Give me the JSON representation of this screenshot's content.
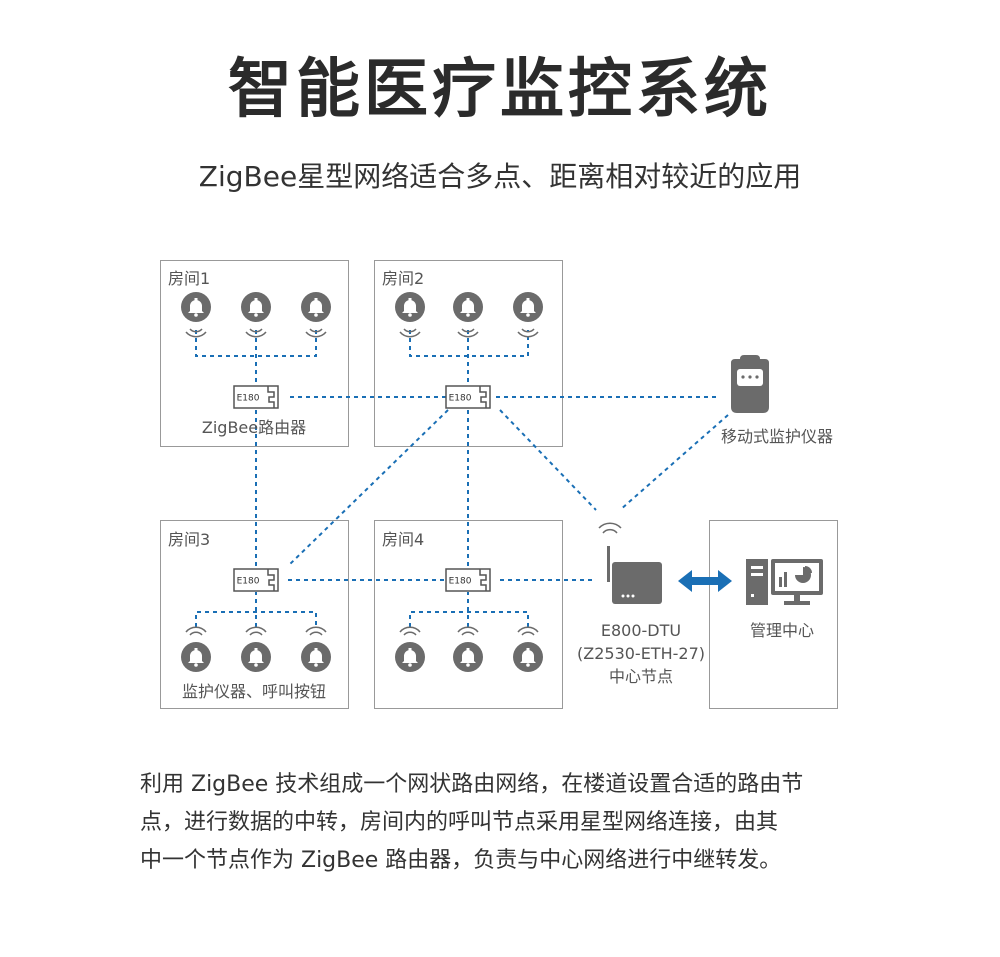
{
  "title": "智能医疗监控系统",
  "subtitle": "ZigBee星型网络适合多点、距离相对较近的应用",
  "rooms": [
    {
      "label": "房间1",
      "caption": "ZigBee路由器"
    },
    {
      "label": "房间2",
      "caption": ""
    },
    {
      "label": "房间3",
      "caption": "监护仪器、呼叫按钮"
    },
    {
      "label": "房间4",
      "caption": ""
    }
  ],
  "router_chip_label": "E180",
  "mobile_monitor_label": "移动式监护仪器",
  "dtu": {
    "line1": "E800-DTU",
    "line2": "(Z2530-ETH-27)",
    "line3": "中心节点"
  },
  "management_center_label": "管理中心",
  "description": {
    "line1": "利用 ZigBee 技术组成一个网状路由网络，在楼道设置合适的路由节",
    "line2": "点，进行数据的中转，房间内的呼叫节点采用星型网络连接，由其",
    "line3": "中一个节点作为 ZigBee 路由器，负责与中心网络进行中继转发。"
  },
  "colors": {
    "dashed_link": "#1a6fb5",
    "double_arrow": "#1a6fb5",
    "icon_gray": "#6b6b6b",
    "box_border": "#999999"
  }
}
